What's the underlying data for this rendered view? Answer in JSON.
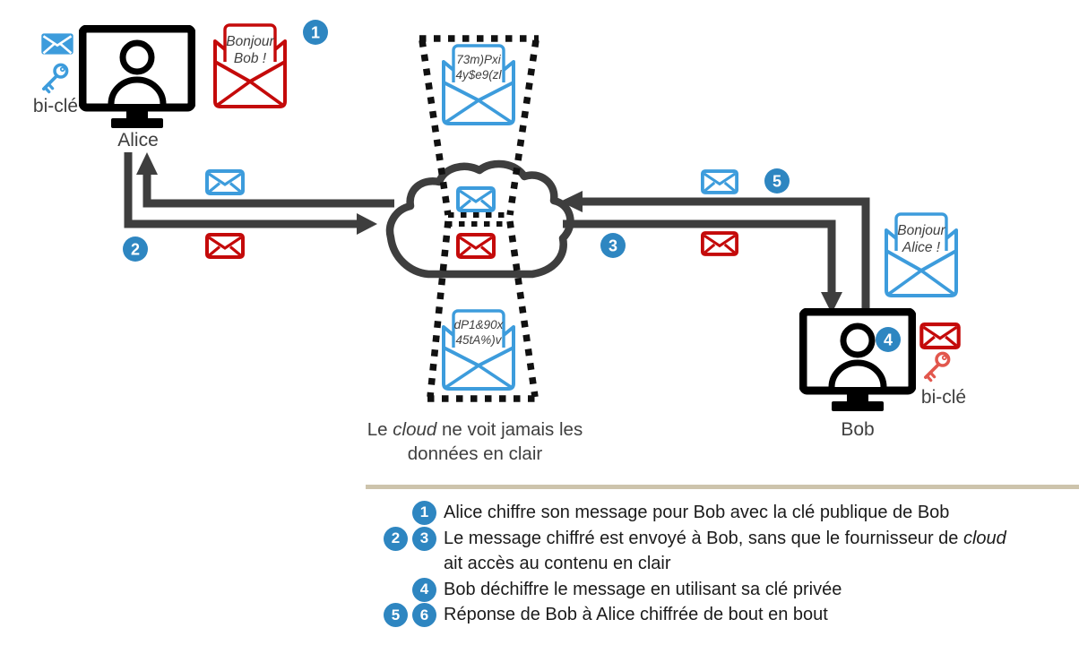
{
  "actors": {
    "alice": {
      "label": "Alice",
      "key_label": "bi-clé"
    },
    "bob": {
      "label": "Bob",
      "key_label": "bi-clé"
    }
  },
  "envelopes": {
    "alice_message": {
      "line1": "Bonjour",
      "line2": "Bob !"
    },
    "bob_message": {
      "line1": "Bonjour",
      "line2": "Alice !"
    },
    "cipher_top": {
      "line1": "73m)Pxi",
      "line2": "4y$e9(zl"
    },
    "cipher_bottom": {
      "line1": "dP1&90x",
      "line2": "45tA%)v"
    }
  },
  "caption": {
    "pre": "Le ",
    "italic": "cloud",
    "post": " ne voit jamais les",
    "line2": "données en clair"
  },
  "steps": {
    "n1": "1",
    "n2": "2",
    "n3": "3",
    "n4": "4",
    "n5": "5",
    "n6": "6"
  },
  "legend": {
    "item1": {
      "text": "Alice chiffre son message pour Bob avec la clé publique de Bob"
    },
    "item2": {
      "pre": "Le message chiffré est envoyé à Bob, sans que le fournisseur de ",
      "italic": "cloud",
      "line2": "ait accès au contenu en clair"
    },
    "item3": {
      "text": "Bob déchiffre le message en utilisant sa clé privée"
    },
    "item4": {
      "text": "Réponse de Bob à Alice chiffrée de bout en bout"
    }
  },
  "colors": {
    "blue": "#3d9cdc",
    "badge_blue": "#2e86c1",
    "red": "#c40a0a",
    "key_red": "#e2574d",
    "dark_gray": "#3e3e3e",
    "dotted_black": "#111111",
    "divider_tan": "#cdc4ac"
  }
}
